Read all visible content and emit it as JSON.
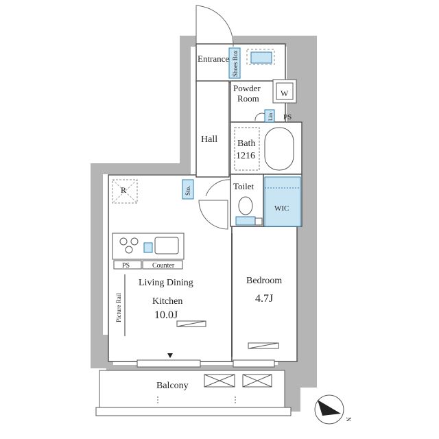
{
  "rooms": {
    "entrance": "Entrance",
    "shoes_box": "Shoes Box",
    "powder_room_1": "Powder",
    "powder_room_2": "Room",
    "washer": "W",
    "linen": "Lin",
    "ps_top": "PS",
    "hall": "Hall",
    "bath_1": "Bath",
    "bath_2": "1216",
    "toilet": "Toilet",
    "storage": "Sto.",
    "refrigerator": "R",
    "wic": "WIC",
    "ps_kitchen": "PS",
    "counter": "Counter",
    "living_1": "Living Dining",
    "living_2": "Kitchen",
    "living_size": "10.0J",
    "picture_rail": "Picture Rail",
    "bedroom": "Bedroom",
    "bedroom_size": "4.7J",
    "balcony": "Balcony",
    "north": "N"
  },
  "colors": {
    "wall_gray": "#b5b5b5",
    "fixture_blue": "#c9e4f2",
    "fixture_stroke": "#2b7fb0",
    "line": "#555555"
  }
}
